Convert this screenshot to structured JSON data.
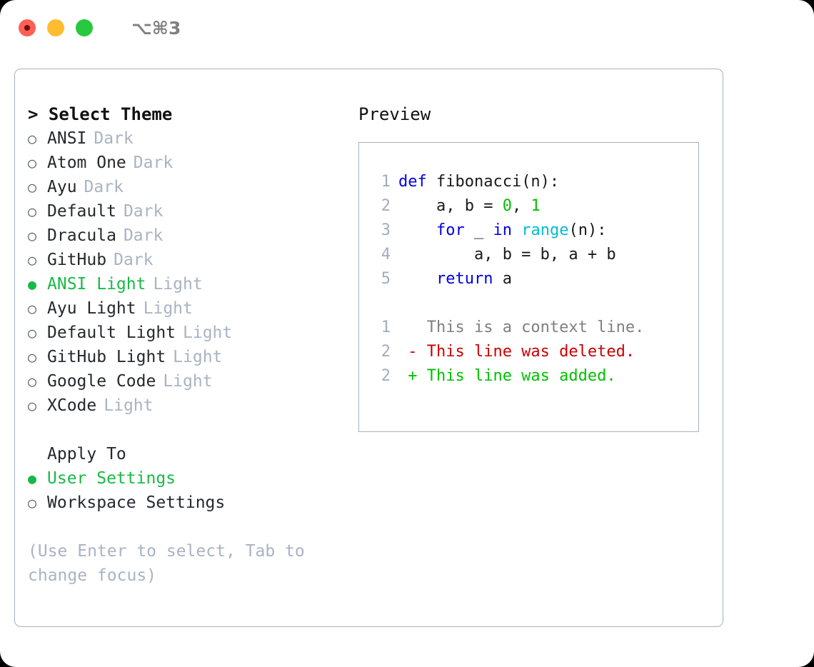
{
  "window": {
    "traffic_lights": [
      {
        "name": "close",
        "color": "#ff5f57"
      },
      {
        "name": "minimize",
        "color": "#febc2e"
      },
      {
        "name": "zoom",
        "color": "#28c840"
      }
    ],
    "shortcut_label": "⌥⌘3"
  },
  "left": {
    "section_title": "> Select Theme",
    "themes": [
      {
        "marker": "○",
        "name": "ANSI",
        "tag": "Dark",
        "selected": false
      },
      {
        "marker": "○",
        "name": "Atom One",
        "tag": "Dark",
        "selected": false
      },
      {
        "marker": "○",
        "name": "Ayu",
        "tag": "Dark",
        "selected": false
      },
      {
        "marker": "○",
        "name": "Default",
        "tag": "Dark",
        "selected": false
      },
      {
        "marker": "○",
        "name": "Dracula",
        "tag": "Dark",
        "selected": false
      },
      {
        "marker": "○",
        "name": "GitHub",
        "tag": "Dark",
        "selected": false
      },
      {
        "marker": "●",
        "name": "ANSI Light",
        "tag": "Light",
        "selected": true
      },
      {
        "marker": "○",
        "name": "Ayu Light",
        "tag": "Light",
        "selected": false
      },
      {
        "marker": "○",
        "name": "Default Light",
        "tag": "Light",
        "selected": false
      },
      {
        "marker": "○",
        "name": "GitHub Light",
        "tag": "Light",
        "selected": false
      },
      {
        "marker": "○",
        "name": "Google Code",
        "tag": "Light",
        "selected": false
      },
      {
        "marker": "○",
        "name": "XCode",
        "tag": "Light",
        "selected": false
      }
    ],
    "apply_to": {
      "label": "Apply To",
      "options": [
        {
          "marker": "●",
          "name": "User Settings",
          "selected": true
        },
        {
          "marker": "○",
          "name": "Workspace Settings",
          "selected": false
        }
      ]
    },
    "hint": "(Use Enter to select, Tab to change focus)"
  },
  "right": {
    "title": "Preview",
    "code_lines": [
      {
        "no": "1",
        "tokens": [
          {
            "t": "def ",
            "c": "kw"
          },
          {
            "t": "fibonacci(n):",
            "c": "txt"
          }
        ]
      },
      {
        "no": "2",
        "tokens": [
          {
            "t": "    a, b = ",
            "c": "txt"
          },
          {
            "t": "0",
            "c": "num"
          },
          {
            "t": ", ",
            "c": "txt"
          },
          {
            "t": "1",
            "c": "num"
          }
        ]
      },
      {
        "no": "3",
        "tokens": [
          {
            "t": "    ",
            "c": "txt"
          },
          {
            "t": "for",
            "c": "kw"
          },
          {
            "t": " _ ",
            "c": "txt"
          },
          {
            "t": "in",
            "c": "kw"
          },
          {
            "t": " ",
            "c": "txt"
          },
          {
            "t": "range",
            "c": "fn"
          },
          {
            "t": "(n):",
            "c": "txt"
          }
        ]
      },
      {
        "no": "4",
        "tokens": [
          {
            "t": "        a, b = b, a + b",
            "c": "txt"
          }
        ]
      },
      {
        "no": "5",
        "tokens": [
          {
            "t": "    ",
            "c": "txt"
          },
          {
            "t": "return",
            "c": "kw"
          },
          {
            "t": " a",
            "c": "txt"
          }
        ]
      }
    ],
    "diff_lines": [
      {
        "no": "1",
        "tokens": [
          {
            "t": "   This is a context line.",
            "c": "ctx"
          }
        ]
      },
      {
        "no": "2",
        "tokens": [
          {
            "t": " - This line was deleted.",
            "c": "del"
          }
        ]
      },
      {
        "no": "2",
        "tokens": [
          {
            "t": " + This line was added.",
            "c": "add"
          }
        ]
      }
    ]
  }
}
